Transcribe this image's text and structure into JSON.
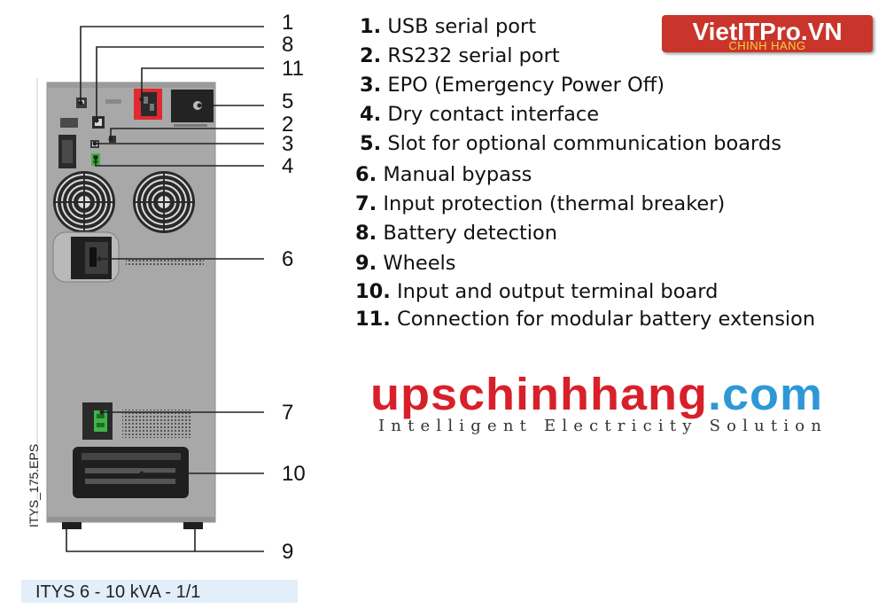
{
  "callouts": [
    "1",
    "8",
    "11",
    "5",
    "2",
    "3",
    "4",
    "6",
    "7",
    "10",
    "9"
  ],
  "legend": [
    {
      "num": "1.",
      "text": "USB serial port"
    },
    {
      "num": "2.",
      "text": "RS232 serial port"
    },
    {
      "num": "3.",
      "text": "EPO (Emergency Power Off)"
    },
    {
      "num": "4.",
      "text": "Dry contact interface"
    },
    {
      "num": "5.",
      "text": "Slot for optional communication boards"
    },
    {
      "num": "6.",
      "text": "Manual bypass"
    },
    {
      "num": "7.",
      "text": "Input protection (thermal breaker)"
    },
    {
      "num": "8.",
      "text": "Battery detection"
    },
    {
      "num": "9.",
      "text": "Wheels"
    },
    {
      "num": "10.",
      "text": "Input and output terminal board"
    },
    {
      "num": "11.",
      "text": "Connection for modular battery extension"
    }
  ],
  "badge": {
    "title": "VietITPro.VN",
    "subtitle": "CHINH HANG"
  },
  "brand": {
    "name_main": "upschinhhang",
    "name_tld": ".com",
    "tagline": "Intelligent Electricity Solution"
  },
  "figure_id": "ITYS_175.EPS",
  "caption": "ITYS 6 - 10 kVA - 1/1",
  "colors": {
    "badge_bg": "#c9342b",
    "badge_sub": "#f7d23c",
    "brand_red": "#d8202b",
    "brand_blue": "#2e98d6",
    "caption_bg": "#e2eef9",
    "panel": "#a7a7a7"
  }
}
